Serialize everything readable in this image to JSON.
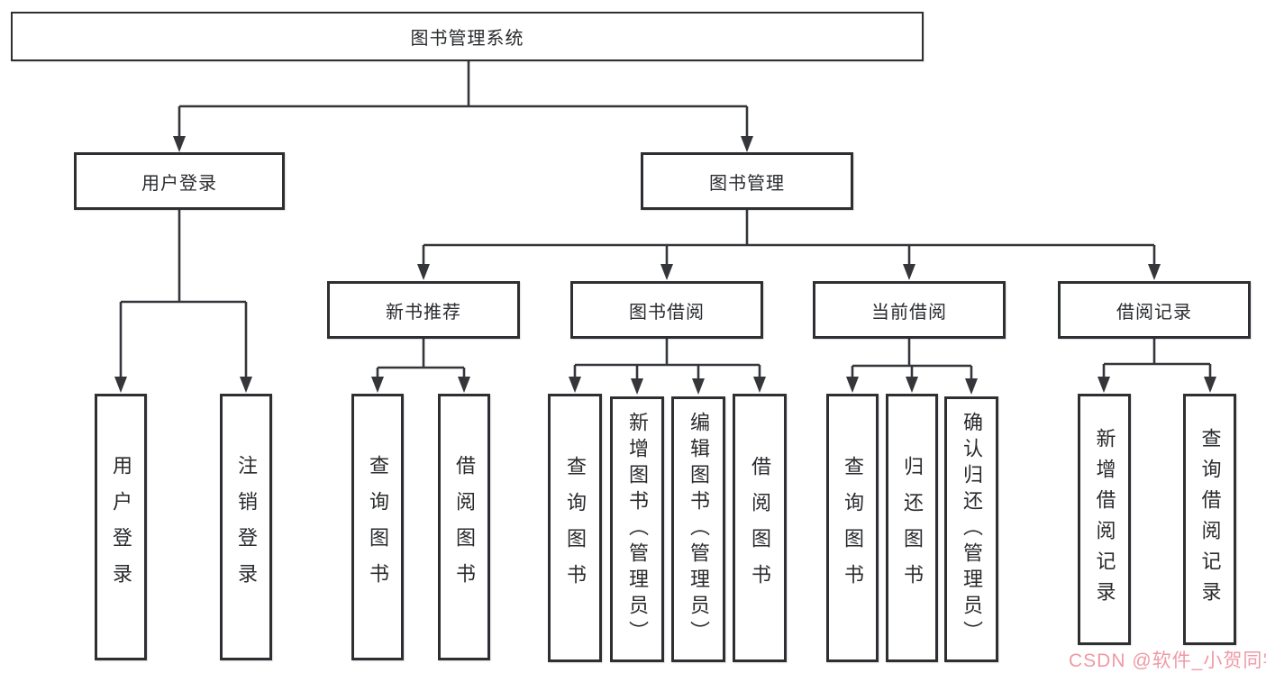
{
  "tree": {
    "root": {
      "label": "图书管理系统"
    },
    "branches": [
      {
        "label": "用户登录",
        "children": [
          {
            "label": "用户登录"
          },
          {
            "label": "注销登录"
          }
        ]
      },
      {
        "label": "图书管理",
        "children": [
          {
            "label": "新书推荐",
            "children": [
              {
                "label": "查询图书"
              },
              {
                "label": "借阅图书"
              }
            ]
          },
          {
            "label": "图书借阅",
            "children": [
              {
                "label": "查询图书"
              },
              {
                "label": "新增图书（管理员）"
              },
              {
                "label": "编辑图书（管理员）"
              },
              {
                "label": "借阅图书"
              }
            ]
          },
          {
            "label": "当前借阅",
            "children": [
              {
                "label": "查询图书"
              },
              {
                "label": "归还图书"
              },
              {
                "label": "确认归还（管理员）"
              }
            ]
          },
          {
            "label": "借阅记录",
            "children": [
              {
                "label": "新增借阅记录"
              },
              {
                "label": "查询借阅记录"
              }
            ]
          }
        ]
      }
    ]
  },
  "watermark": {
    "text": "CSDN @软件_小贺同学"
  },
  "colors": {
    "line": "#35363a",
    "border": "#2e2f32",
    "text": "#2a2b2e",
    "watermark": "#ef9aa5",
    "background": "#ffffff"
  }
}
